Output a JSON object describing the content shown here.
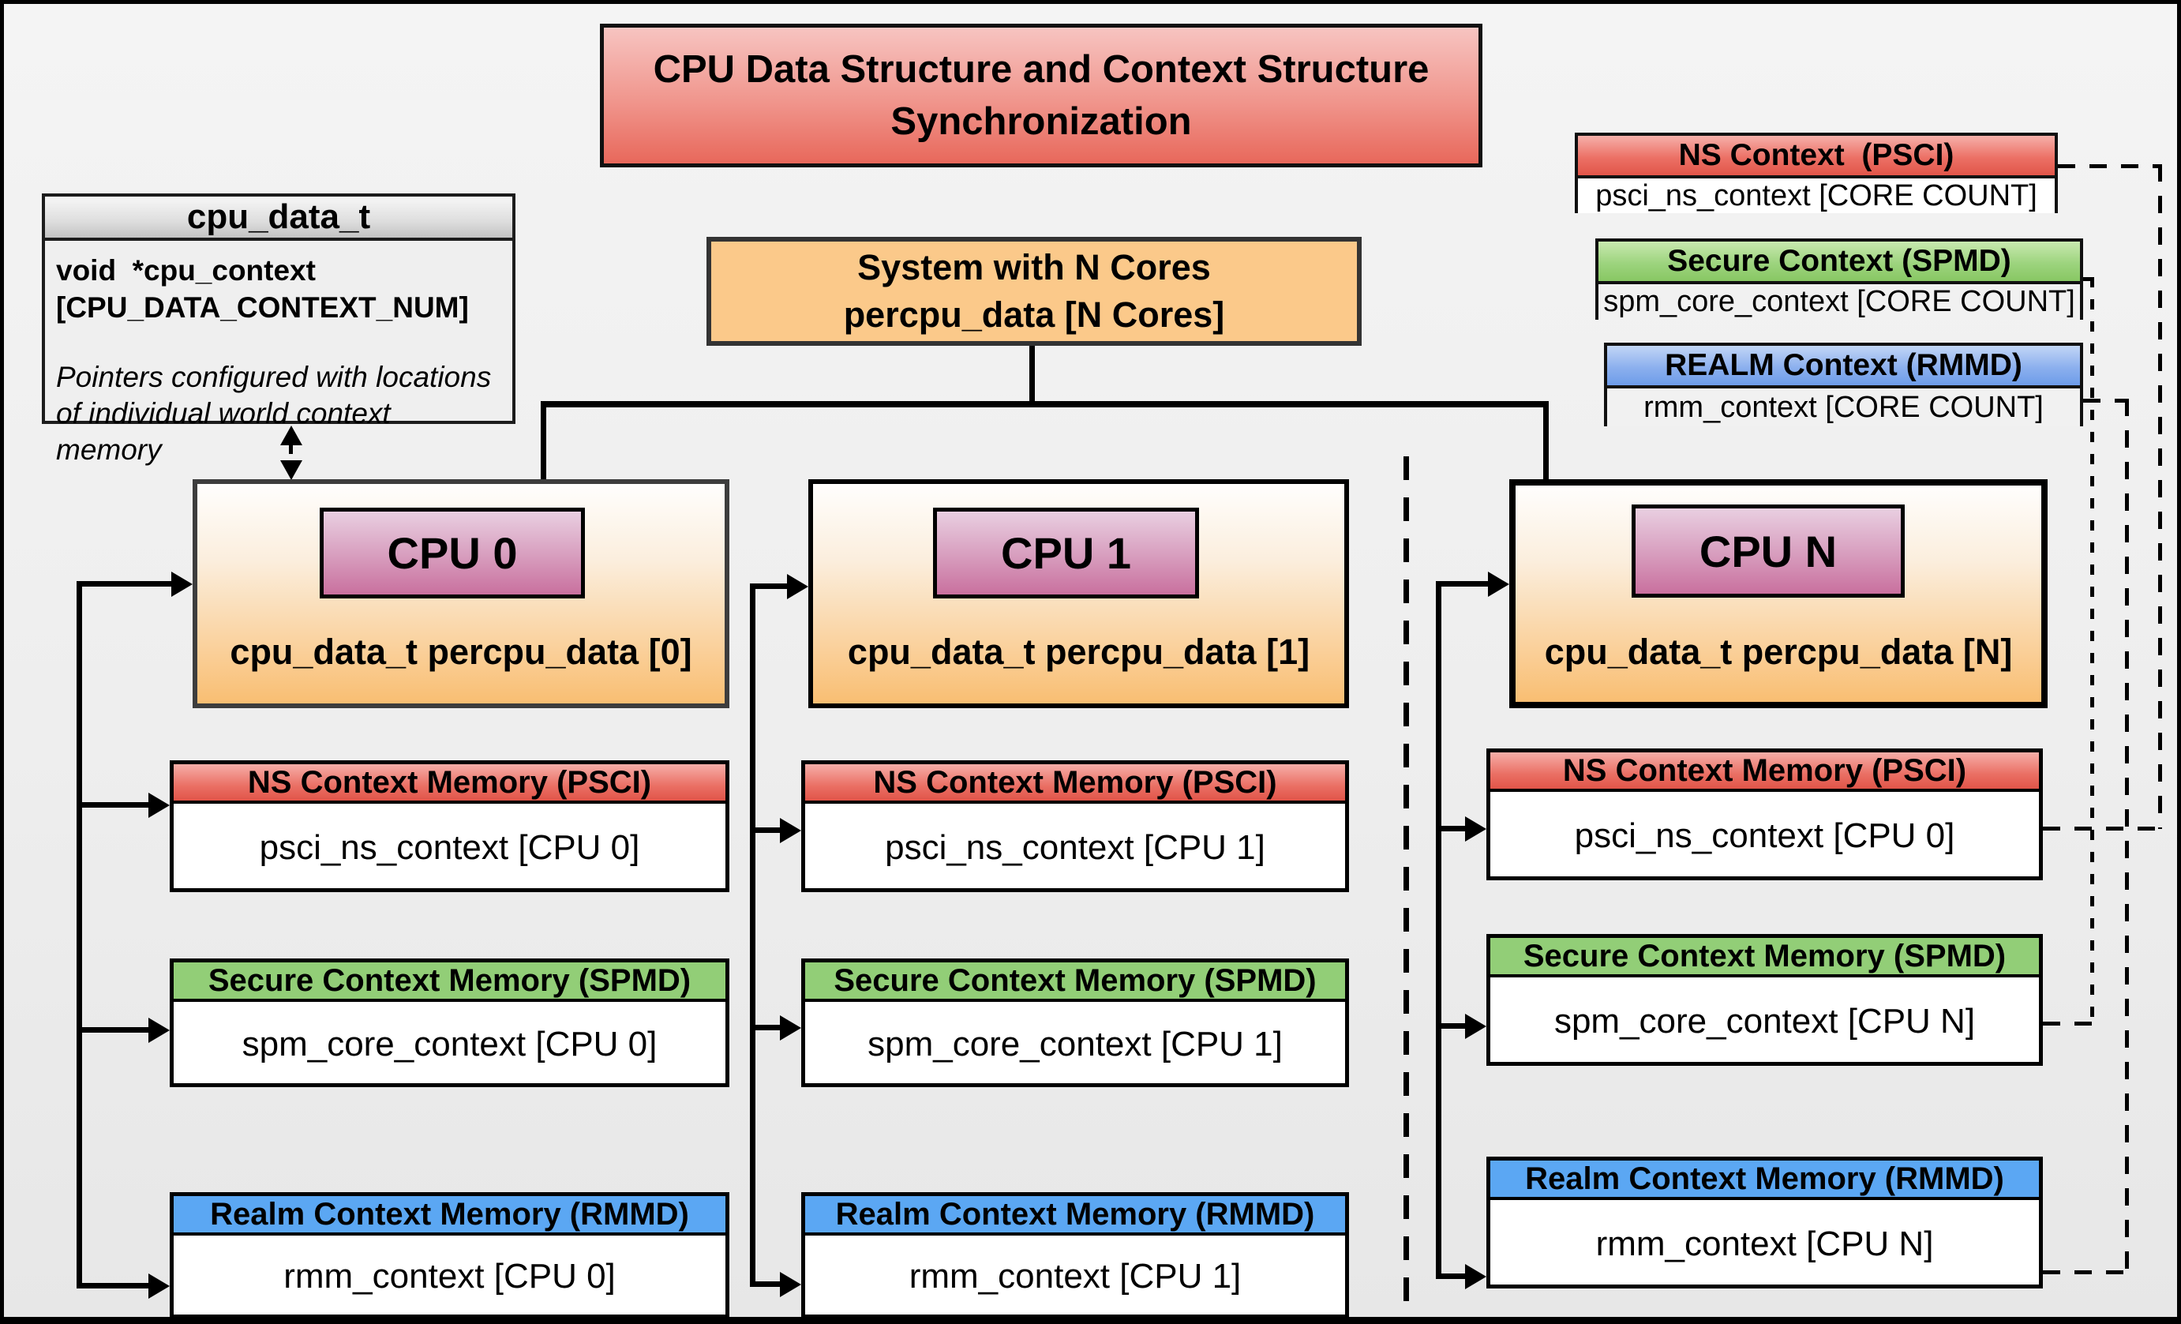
{
  "title": {
    "line1": "CPU Data Structure and Context Structure",
    "line2": "Synchronization"
  },
  "struct_box": {
    "header": "cpu_data_t",
    "field_line1": "void  *cpu_context",
    "field_line2": "[CPU_DATA_CONTEXT_NUM]",
    "note_line1": "Pointers configured with locations",
    "note_line2": "of individual world context memory"
  },
  "system_box": {
    "line1": "System with N Cores",
    "line2": "percpu_data [N Cores]"
  },
  "legend": {
    "ns": {
      "header": "NS Context  (PSCI)",
      "body": "psci_ns_context [CORE COUNT]"
    },
    "secure": {
      "header": "Secure Context (SPMD)",
      "body": "spm_core_context [CORE COUNT]"
    },
    "realm": {
      "header": "REALM Context (RMMD)",
      "body": "rmm_context [CORE COUNT]"
    }
  },
  "cpus": [
    {
      "name": "CPU 0",
      "label": "cpu_data_t percpu_data [0]",
      "ns": {
        "header": "NS Context Memory (PSCI)",
        "body": "psci_ns_context [CPU 0]"
      },
      "secure": {
        "header": "Secure Context Memory (SPMD)",
        "body": "spm_core_context [CPU 0]"
      },
      "realm": {
        "header": "Realm Context Memory (RMMD)",
        "body": "rmm_context [CPU 0]"
      }
    },
    {
      "name": "CPU 1",
      "label": "cpu_data_t percpu_data [1]",
      "ns": {
        "header": "NS Context Memory (PSCI)",
        "body": "psci_ns_context [CPU 1]"
      },
      "secure": {
        "header": "Secure Context Memory (SPMD)",
        "body": "spm_core_context [CPU 1]"
      },
      "realm": {
        "header": "Realm Context Memory (RMMD)",
        "body": "rmm_context [CPU 1]"
      }
    },
    {
      "name": "CPU N",
      "label": "cpu_data_t percpu_data [N]",
      "ns": {
        "header": "NS Context Memory (PSCI)",
        "body": "psci_ns_context [CPU 0]"
      },
      "secure": {
        "header": "Secure Context Memory (SPMD)",
        "body": "spm_core_context [CPU N]"
      },
      "realm": {
        "header": "Realm Context Memory (RMMD)",
        "body": "rmm_context [CPU N]"
      }
    }
  ],
  "colors": {
    "title_red": "#e8685b",
    "ns_red": "#e15549",
    "secure_green": "#92ce77",
    "realm_blue": "#5ba7f3",
    "cpu_orange": "#f9be72",
    "cpu_pink": "#c9709e",
    "system_orange": "#fbc98a"
  }
}
